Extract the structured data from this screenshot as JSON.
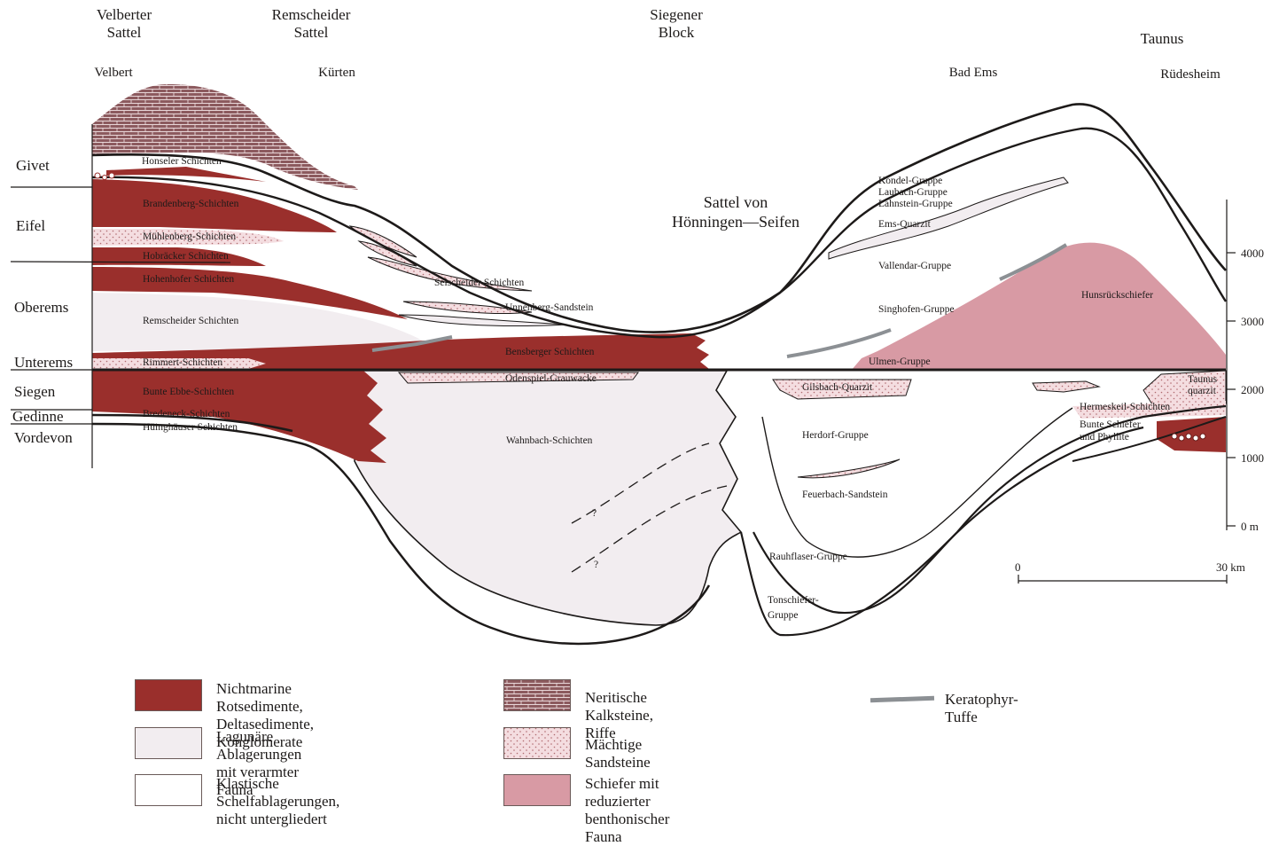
{
  "header": {
    "regions": [
      {
        "id": "velberter",
        "l1": "Velberter",
        "l2": "Sattel"
      },
      {
        "id": "remscheider",
        "l1": "Remscheider",
        "l2": "Sattel"
      },
      {
        "id": "siegener",
        "l1": "Siegener",
        "l2": "Block"
      },
      {
        "id": "taunus",
        "l1": "Taunus",
        "l2": ""
      }
    ],
    "places": [
      "Velbert",
      "Kürten",
      "Bad Ems",
      "Rüdesheim"
    ]
  },
  "stages": [
    "Givet",
    "Eifel",
    "Oberems",
    "Unterems",
    "Siegen",
    "Gedinne",
    "Vordevon"
  ],
  "units": {
    "honseler": "Honseler Schichten",
    "brandenberg": "Brandenberg-Schichten",
    "muehlenberg": "Mühlenberg-Schichten",
    "hobraecker": "Hobräcker Schichten",
    "hohenhofer": "Hohenhofer Schichten",
    "remscheider": "Remscheider Schichten",
    "rimmert": "Rimmert-Schichten",
    "bunte_ebbe": "Bunte Ebbe-Schichten",
    "bredeneck": "Bredeneck-Schichten",
    "hueinghaeuser": "Hüinghäuser Schichten",
    "selscheider": "Selscheider Schichten",
    "unnenberg": "Unnenberg-Sandstein",
    "bensberger": "Bensberger Schichten",
    "odenspiel": "Odenspiel-Grauwacke",
    "wahnbach": "Wahnbach-Schichten",
    "question": "?",
    "sattel_l1": "Sattel von",
    "sattel_l2": "Hönningen—Seifen",
    "kondel": "Kondel-Gruppe",
    "laubach": "Laubach-Gruppe",
    "lahnstein": "Lahnstein-Gruppe",
    "emsquarzit": "Ems-Quarzit",
    "vallendar": "Vallendar-Gruppe",
    "singhofen": "Singhofen-Gruppe",
    "ulmen": "Ulmen-Gruppe",
    "hunsrueck": "Hunsrückschiefer",
    "gilsbach": "Gilsbach-Quarzit",
    "herdorf": "Herdorf-Gruppe",
    "feuerbach": "Feuerbach-Sandstein",
    "rauhflaser": "Rauhflaser-Gruppe",
    "tonschiefer_l1": "Tonschiefer-",
    "tonschiefer_l2": "Gruppe",
    "taunusquarzit_l1": "Taunus",
    "taunusquarzit_l2": "quarzit",
    "hermeskeil": "Hermeskeil-Schichten",
    "bunteschiefer_l1": "Bunte Schiefer",
    "bunteschiefer_l2": "und Phyllite"
  },
  "depth_scale": {
    "ticks": [
      "4000",
      "3000",
      "2000",
      "1000",
      "0 m"
    ]
  },
  "distance_scale": {
    "start": "0",
    "end": "30 km"
  },
  "legend": [
    {
      "key": "nonmarine",
      "text": "Nichtmarine Rotsedimente,\nDeltasedimente, Konglomerate",
      "color": "#9a2f2c"
    },
    {
      "key": "lagoonal",
      "text": "Lagunäre Ablagerungen\nmit verarmter Fauna",
      "color": "#f2edf0"
    },
    {
      "key": "clastic",
      "text": "Klastische Schelfablagerungen,\nnicht untergliedert",
      "color": "#ffffff"
    },
    {
      "key": "limestone",
      "text": "Neritische Kalksteine, Riffe",
      "color": "#8c5a5e"
    },
    {
      "key": "sandstone",
      "text": "Mächtige Sandsteine",
      "color": "#f4dde0"
    },
    {
      "key": "shale",
      "text": "Schiefer mit reduzierter\nbenthonischer Fauna",
      "color": "#d89aa4"
    },
    {
      "key": "tuff",
      "text": "Keratophyr-Tuffe",
      "color": "#8c9094"
    }
  ],
  "colors": {
    "nonmarine": "#9a2f2c",
    "lagoonal": "#f2edf0",
    "sandstone": "#f4dde0",
    "shale": "#d89aa4",
    "limestone": "#8c5a5e",
    "tuff": "#8c9094",
    "line": "#1d1a19"
  }
}
